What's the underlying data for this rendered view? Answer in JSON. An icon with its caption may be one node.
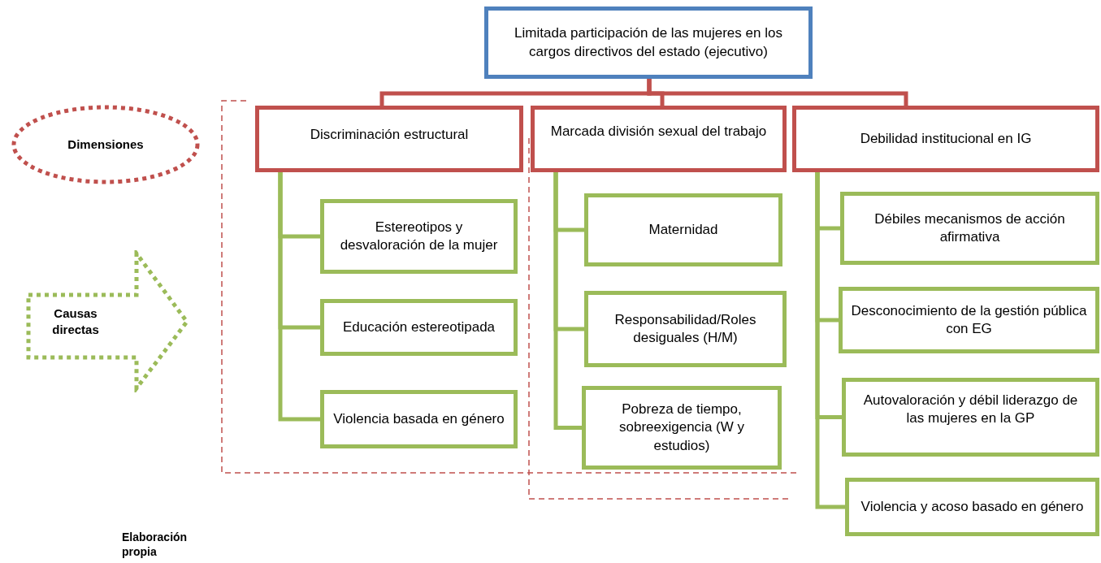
{
  "diagram": {
    "nodes": [
      {
        "text": [
          "Limitada participación de las mujeres en los cargos directivos del estado (ejecutivo)"
        ]
      },
      {
        "text": [
          "Discriminación estructural"
        ]
      },
      {
        "text": [
          "Marcada división sexual del trabajo"
        ]
      },
      {
        "text": [
          "Debilidad institucional en IG"
        ]
      },
      {
        "text": [
          "Estereotipos y desvaloración de la mujer"
        ]
      },
      {
        "text": [
          "Educación estereotipada"
        ]
      },
      {
        "text": [
          "Violencia basada en género"
        ]
      },
      {
        "text": [
          "Maternidad"
        ]
      },
      {
        "text": [
          "Responsabilidad/Roles desiguales (H/M)"
        ]
      },
      {
        "text": [
          "Pobreza de tiempo, sobreexigencia (W y estudios)"
        ]
      },
      {
        "text": [
          "Débiles mecanismos de acción afirmativa"
        ]
      },
      {
        "text": [
          "Desconocimiento de la gestión pública con EG"
        ]
      },
      {
        "text": [
          "Autovaloración y débil liderazgo de las mujeres en la GP"
        ]
      },
      {
        "text": [
          "Violencia y acoso basado en género"
        ]
      },
      {
        "text": [
          "Dimensiones"
        ]
      },
      {
        "text": [
          "Causas directas"
        ]
      }
    ],
    "edges": [
      {
        "from": 0,
        "to": 1,
        "arrow": "none",
        "color": "#c0504d"
      },
      {
        "from": 0,
        "to": 2,
        "arrow": "none",
        "color": "#c0504d"
      },
      {
        "from": 0,
        "to": 3,
        "arrow": "none",
        "color": "#c0504d"
      },
      {
        "from": 1,
        "to": 4,
        "arrow": "none"
      },
      {
        "from": 1,
        "to": 5,
        "arrow": "none"
      },
      {
        "from": 1,
        "to": 6,
        "arrow": "none"
      },
      {
        "from": 2,
        "to": 7,
        "arrow": "none"
      },
      {
        "from": 2,
        "to": 8,
        "arrow": "none"
      },
      {
        "from": 2,
        "to": 9,
        "arrow": "none"
      },
      {
        "from": 3,
        "to": 10,
        "arrow": "none"
      },
      {
        "from": 3,
        "to": 11,
        "arrow": "none"
      },
      {
        "from": 3,
        "to": 12,
        "arrow": "none"
      },
      {
        "from": 3,
        "to": 13,
        "arrow": "none"
      }
    ],
    "labels": [
      "Elaboración propia"
    ]
  }
}
